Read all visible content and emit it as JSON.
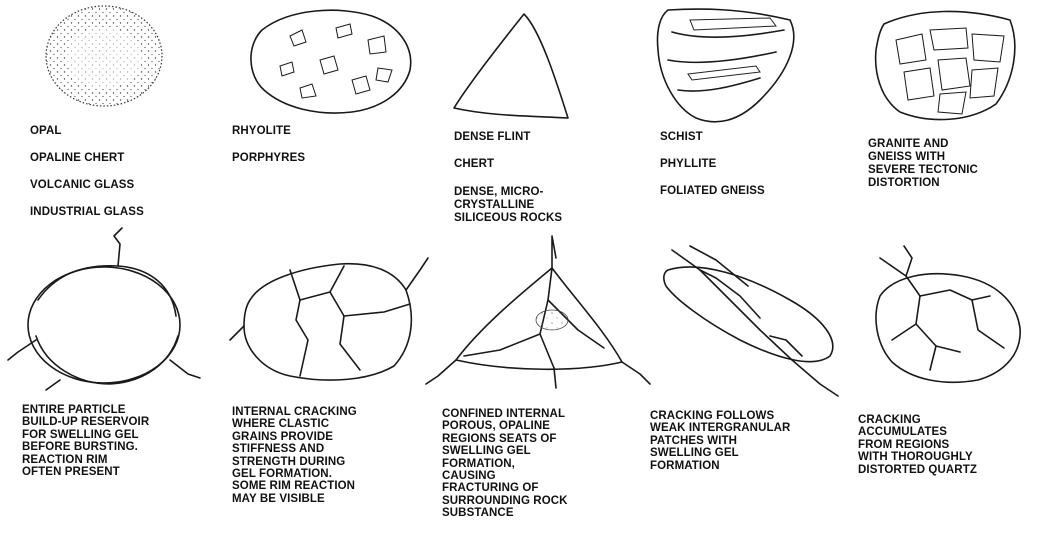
{
  "columns": [
    {
      "rock_types": [
        "OPAL",
        "OPALINE CHERT",
        "VOLCANIC GLASS",
        "INDUSTRIAL GLASS"
      ],
      "description": [
        "ENTIRE PARTICLE",
        "BUILD-UP RESERVOIR",
        "FOR SWELLING GEL",
        "BEFORE BURSTING.",
        "REACTION RIM",
        "OFTEN PRESENT"
      ]
    },
    {
      "rock_types": [
        "RHYOLITE",
        "PORPHYRES"
      ],
      "description": [
        "INTERNAL CRACKING",
        "WHERE CLASTIC",
        "GRAINS PROVIDE",
        "STIFFNESS AND",
        "STRENGTH DURING",
        "GEL FORMATION.",
        "SOME RIM REACTION",
        "MAY BE VISIBLE"
      ]
    },
    {
      "rock_types": [
        "DENSE FLINT",
        "CHERT",
        "DENSE, MICRO-",
        "CRYSTALLINE",
        "SILICEOUS ROCKS"
      ],
      "description": [
        "CONFINED INTERNAL",
        "POROUS, OPALINE",
        "REGIONS SEATS OF",
        "SWELLING GEL",
        "FORMATION,",
        "CAUSING",
        "FRACTURING OF",
        "SURROUNDING ROCK",
        "SUBSTANCE"
      ]
    },
    {
      "rock_types": [
        "SCHIST",
        "PHYLLITE",
        "FOLIATED GNEISS"
      ],
      "description": [
        "CRACKING FOLLOWS",
        "WEAK INTERGRANULAR",
        "PATCHES WITH",
        "SWELLING GEL",
        "FORMATION"
      ]
    },
    {
      "rock_types": [
        "GRANITE AND",
        "GNEISS WITH",
        "SEVERE TECTONIC",
        "DISTORTION"
      ],
      "description": [
        "CRACKING",
        "ACCUMULATES",
        "FROM REGIONS",
        "WITH THOROUGHLY",
        "DISTORTED QUARTZ"
      ]
    }
  ]
}
